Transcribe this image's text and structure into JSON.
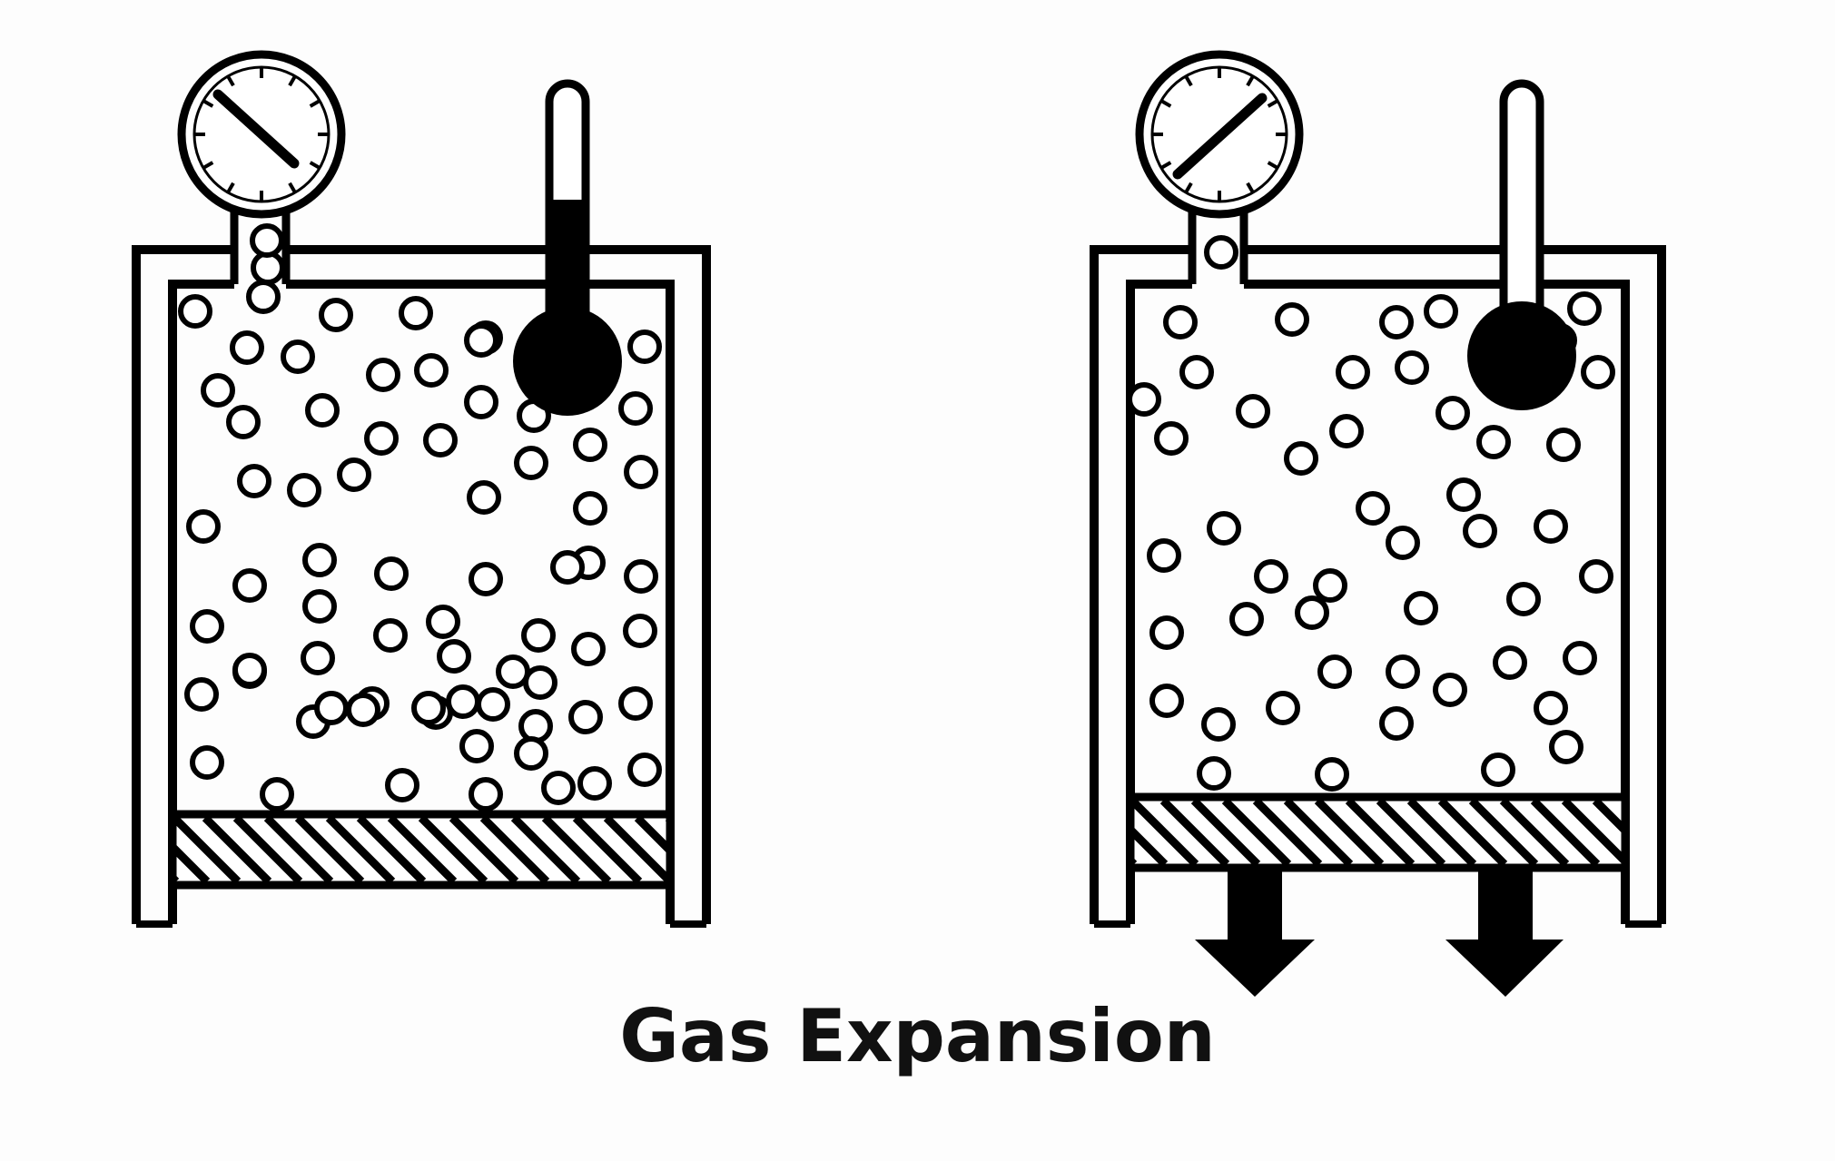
{
  "diagram": {
    "title": "Gas Expansion",
    "ink_color": "#000000",
    "background_color": "#ffffff",
    "panels": [
      {
        "id": "before",
        "gauge_icon": "pressure-gauge-icon",
        "thermometer_icon": "thermometer-icon",
        "thermometer_fill_fraction": 0.55,
        "piston_state": "compressed",
        "arrows": 0
      },
      {
        "id": "after",
        "gauge_icon": "pressure-gauge-icon",
        "thermometer_icon": "thermometer-icon",
        "thermometer_fill_fraction": 0.0,
        "piston_state": "expanded",
        "arrows": 2
      }
    ]
  }
}
